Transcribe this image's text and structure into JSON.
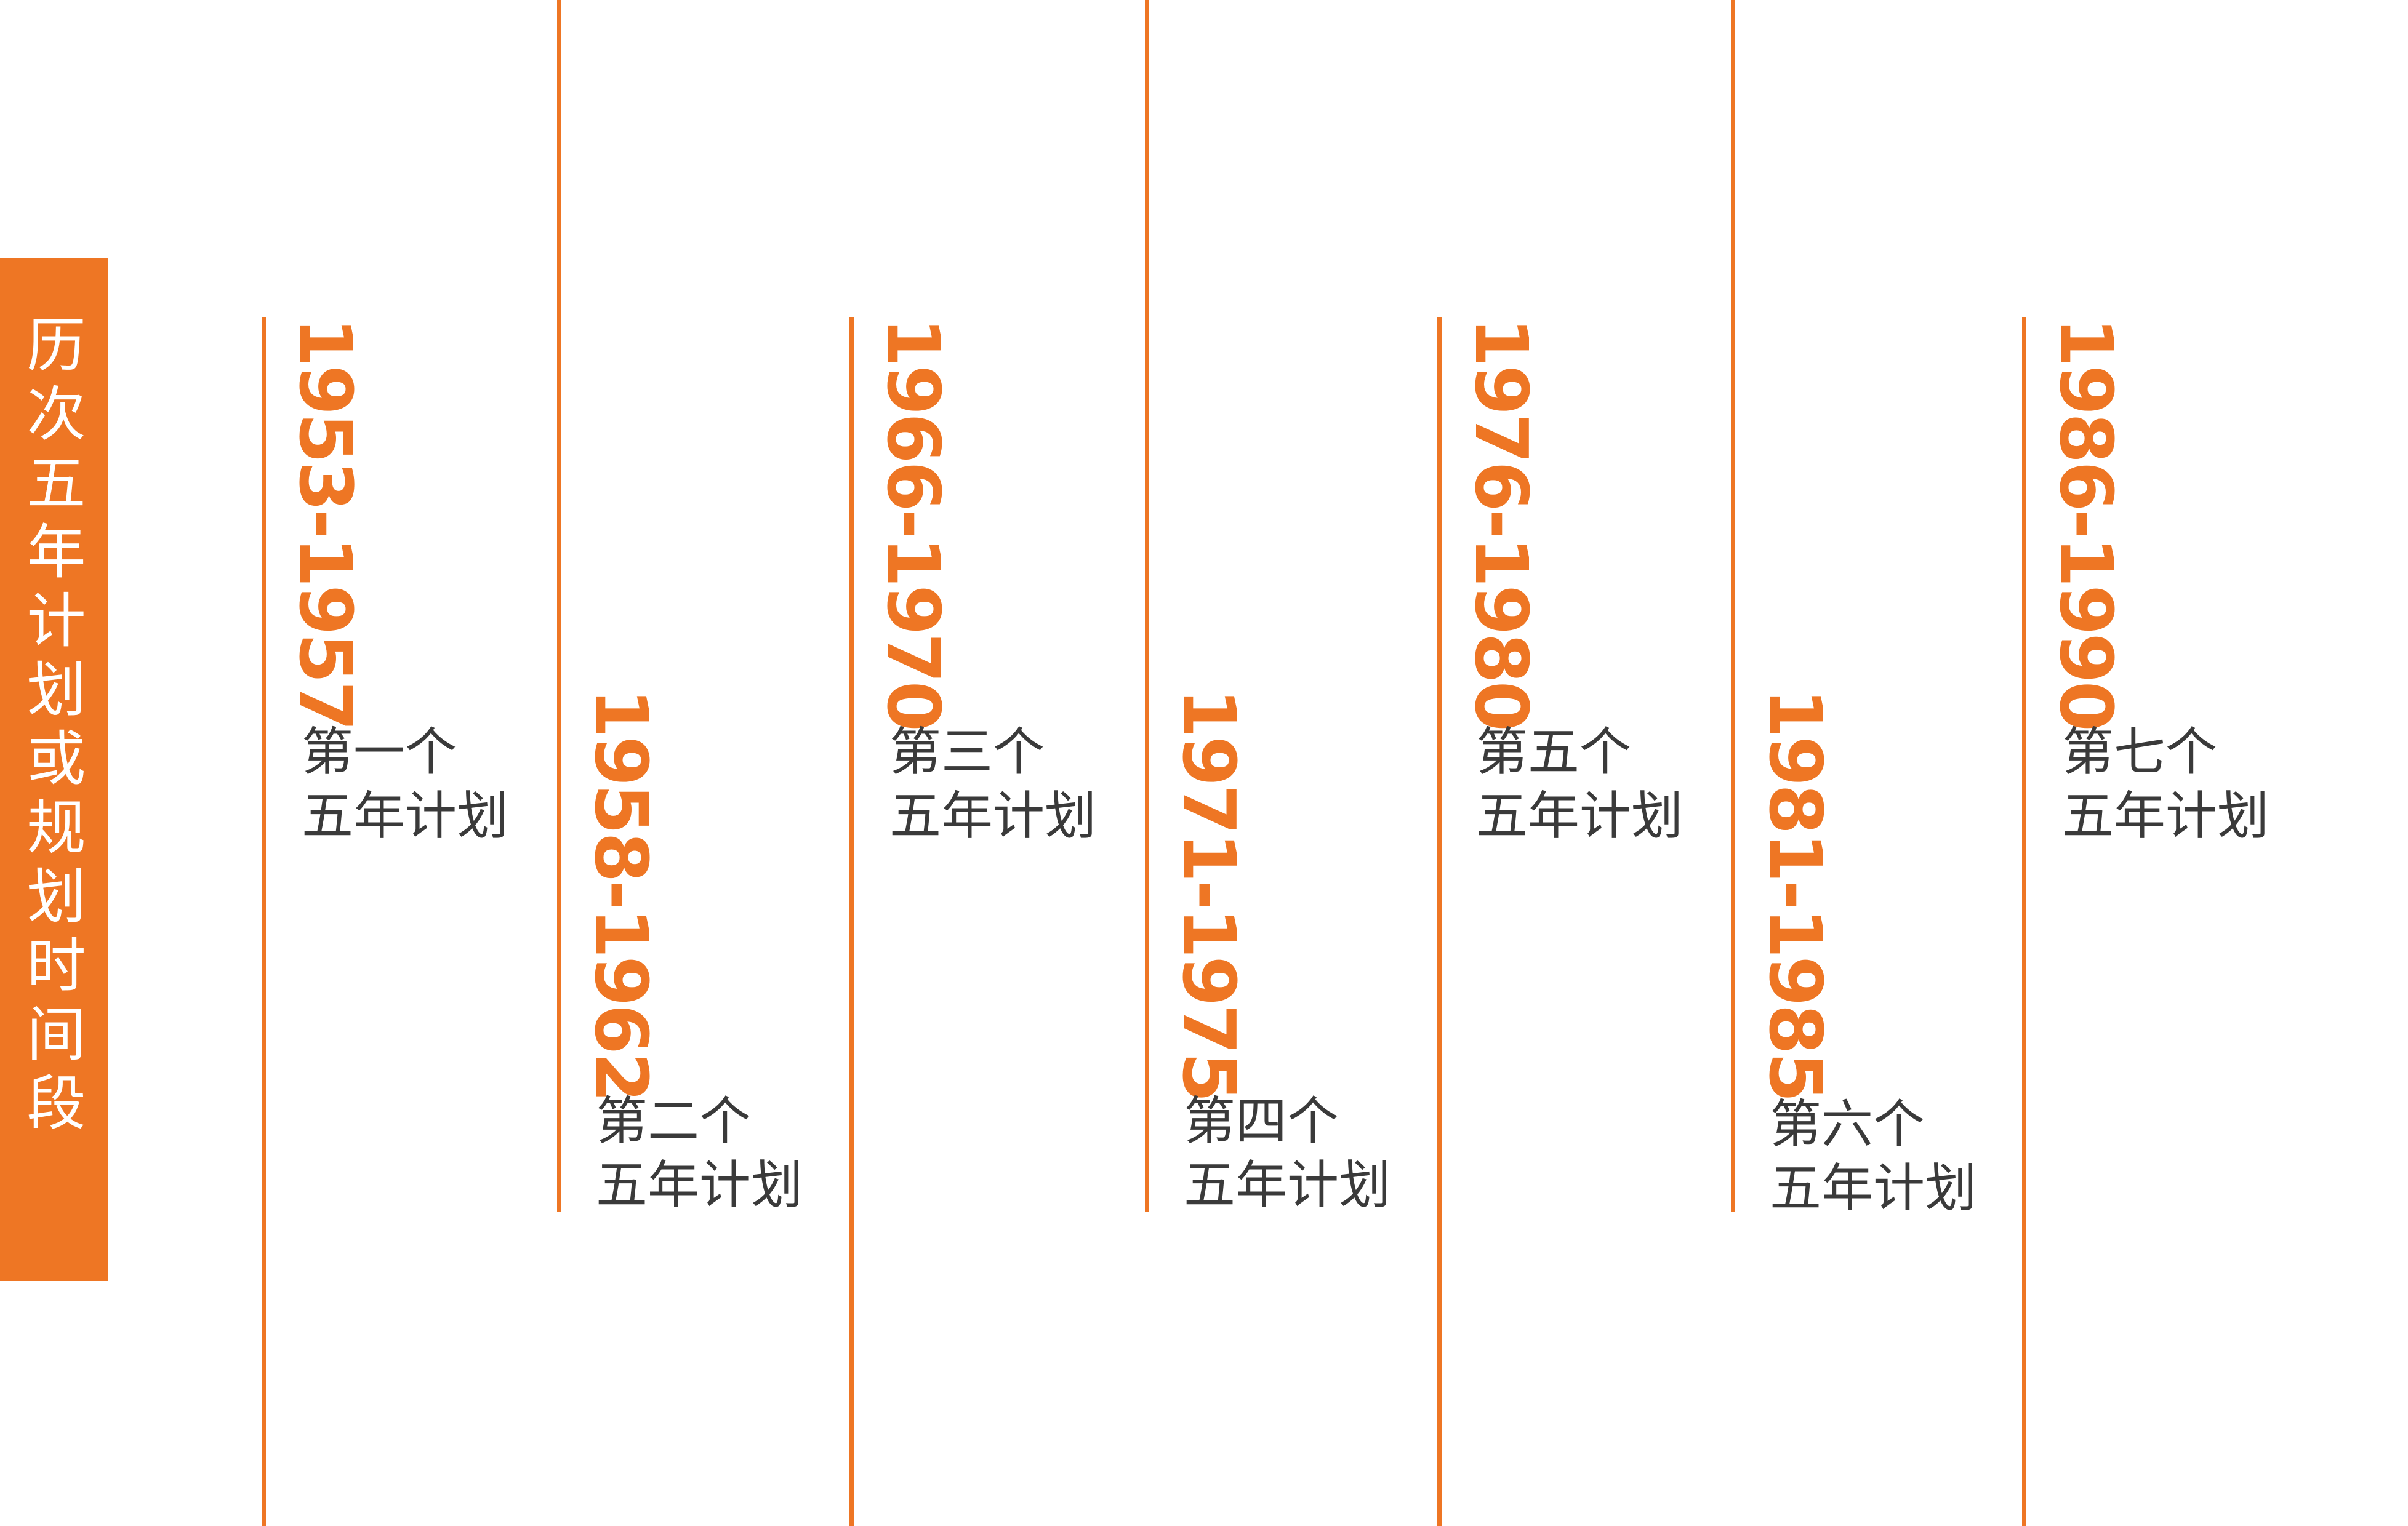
{
  "title": "历次五年计划或规划时间段",
  "plans": [
    {
      "years": "1953-1957",
      "label_line1": "第一个",
      "label_line2": "五年计划"
    },
    {
      "years": "1958-1962",
      "label_line1": "第二个",
      "label_line2": "五年计划"
    },
    {
      "years": "1966-1970",
      "label_line1": "第三个",
      "label_line2": "五年计划"
    },
    {
      "years": "1971-1975",
      "label_line1": "第四个",
      "label_line2": "五年计划"
    },
    {
      "years": "1976-1980",
      "label_line1": "第五个",
      "label_line2": "五年计划"
    },
    {
      "years": "1981-1985",
      "label_line1": "第六个",
      "label_line2": "五年计划"
    },
    {
      "years": "1986-1990",
      "label_line1": "第七个",
      "label_line2": "五年计划"
    }
  ],
  "colors": {
    "accent": "#ee7624",
    "text": "#3a3a3a",
    "background": "#ffffff"
  }
}
